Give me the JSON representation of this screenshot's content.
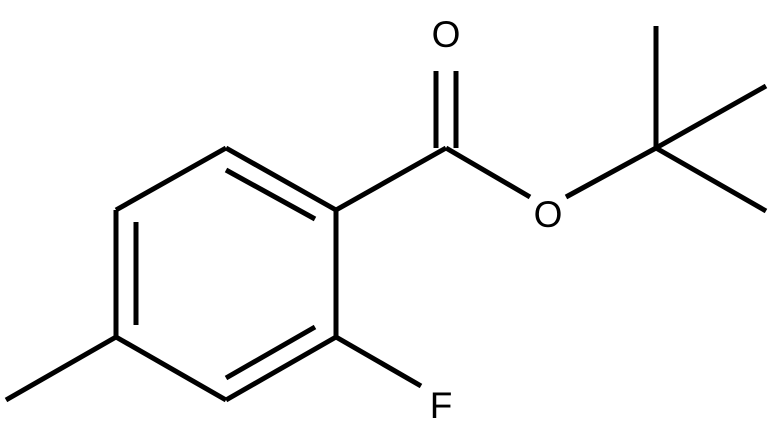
{
  "molecule": {
    "atoms": {
      "carbonyl_oxygen": "O",
      "ester_oxygen": "O",
      "fluorine": "F"
    }
  },
  "colors": {
    "bond": "#000000",
    "label": "#000000",
    "background": "#ffffff"
  }
}
